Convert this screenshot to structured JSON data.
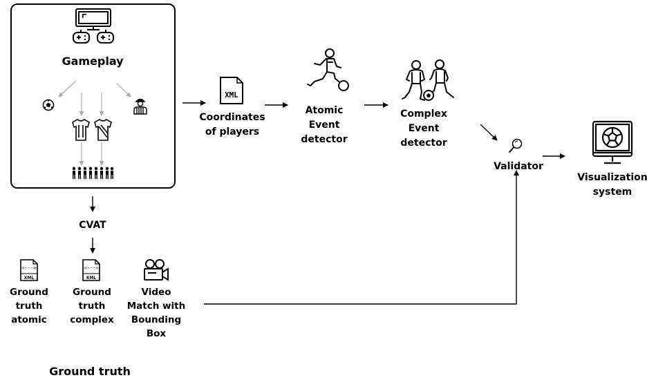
{
  "gameplay": {
    "label": "Gameplay"
  },
  "cvat": {
    "label": "CVAT"
  },
  "coordinates": {
    "label": "Coordinates\nof players"
  },
  "atomic": {
    "label": "Atomic\nEvent\ndetector"
  },
  "complex": {
    "label": "Complex\nEvent\ndetector"
  },
  "validator": {
    "label": "Validator"
  },
  "visualization": {
    "label": "Visualization\nsystem"
  },
  "ground_truth": {
    "title": "Ground truth",
    "atomic_label": "Ground\ntruth\natomic",
    "complex_label": "Ground\ntruth\ncomplex",
    "video_label": "Video\nMatch with\nBounding\nBox"
  },
  "icons": {
    "xml_text": "XML",
    "code_text": "<···>"
  }
}
